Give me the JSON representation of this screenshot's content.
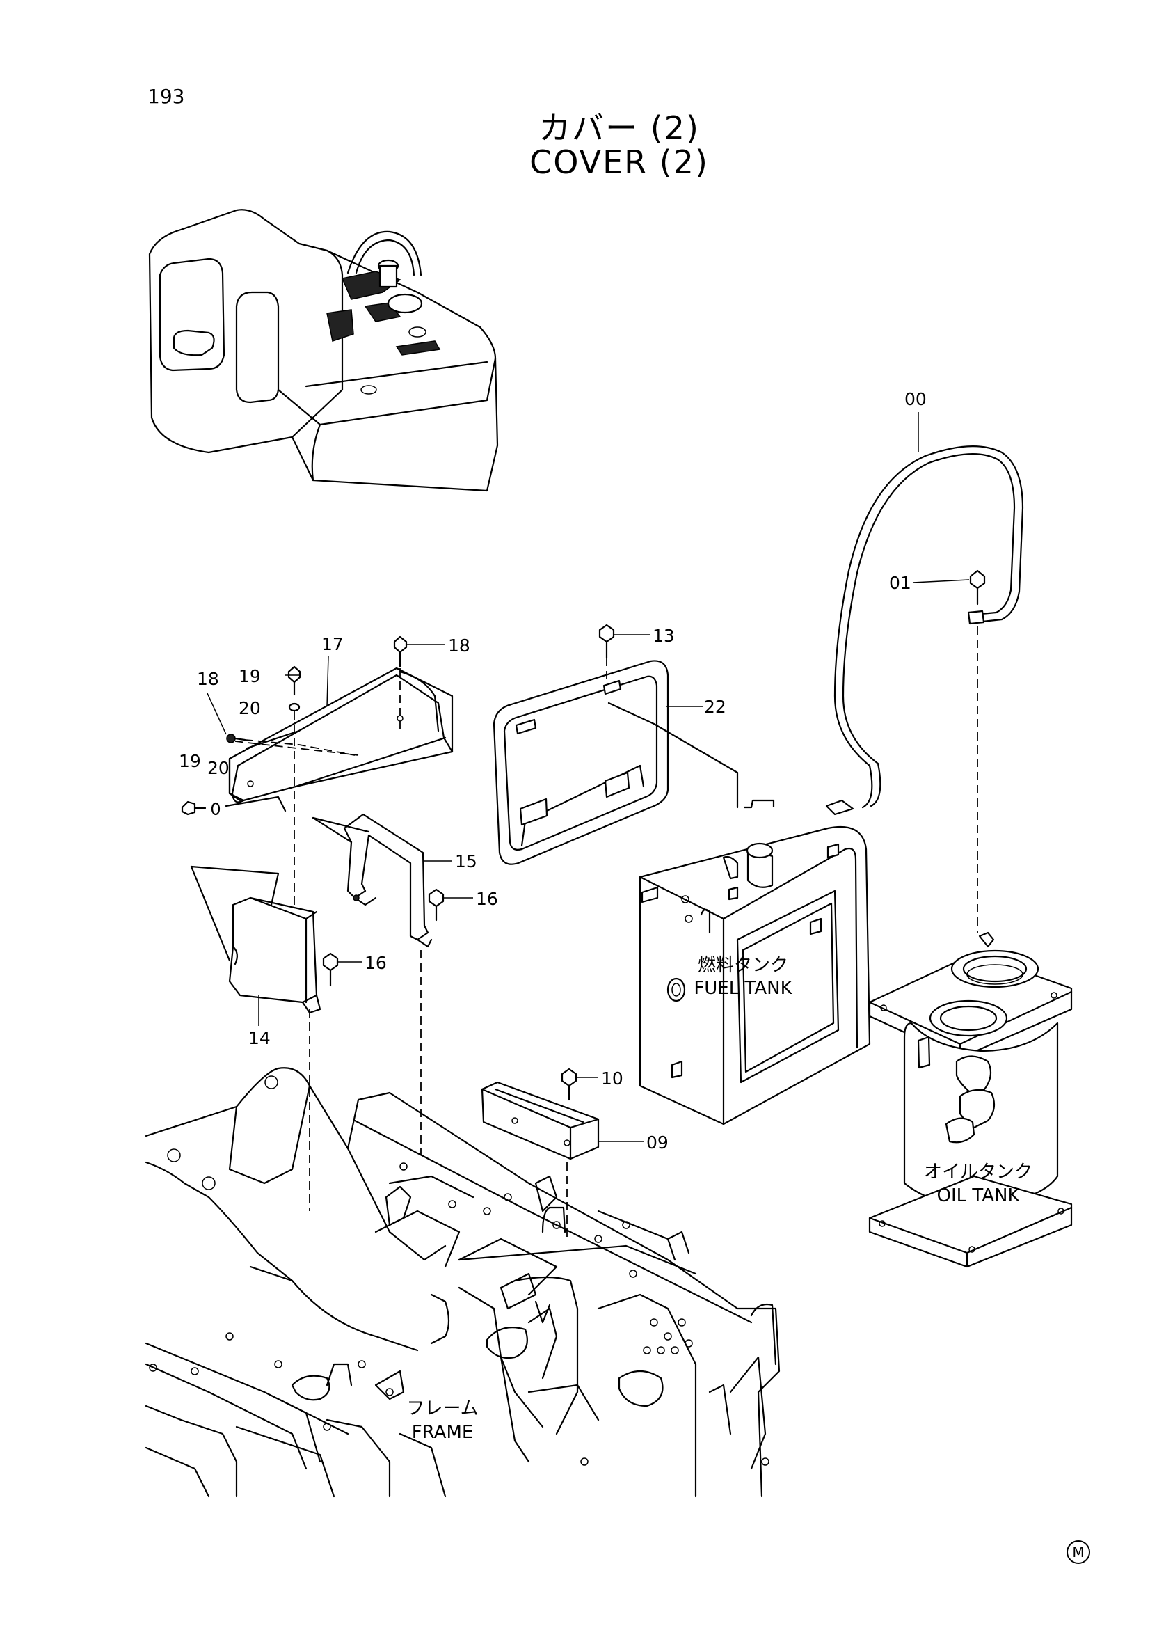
{
  "page_number": "193",
  "title_jp": "カバー (2)",
  "title_en": "COVER (2)",
  "callouts": {
    "c00": "00",
    "c01": "01",
    "c09": "09",
    "c10": "10",
    "c13": "13",
    "c14": "14",
    "c15": "15",
    "c16a": "16",
    "c16b": "16",
    "c17": "17",
    "c18a": "18",
    "c18b": "18",
    "c19a": "19",
    "c19b": "19",
    "c20a": "20",
    "c20b": "20",
    "c22": "22"
  },
  "components": {
    "fuel_tank_jp": "燃料タンク",
    "fuel_tank_en": "FUEL TANK",
    "oil_tank_jp": "オイルタンク",
    "oil_tank_en": "OIL TANK",
    "frame_jp": "フレーム",
    "frame_en": "FRAME"
  },
  "corner_mark": "M"
}
